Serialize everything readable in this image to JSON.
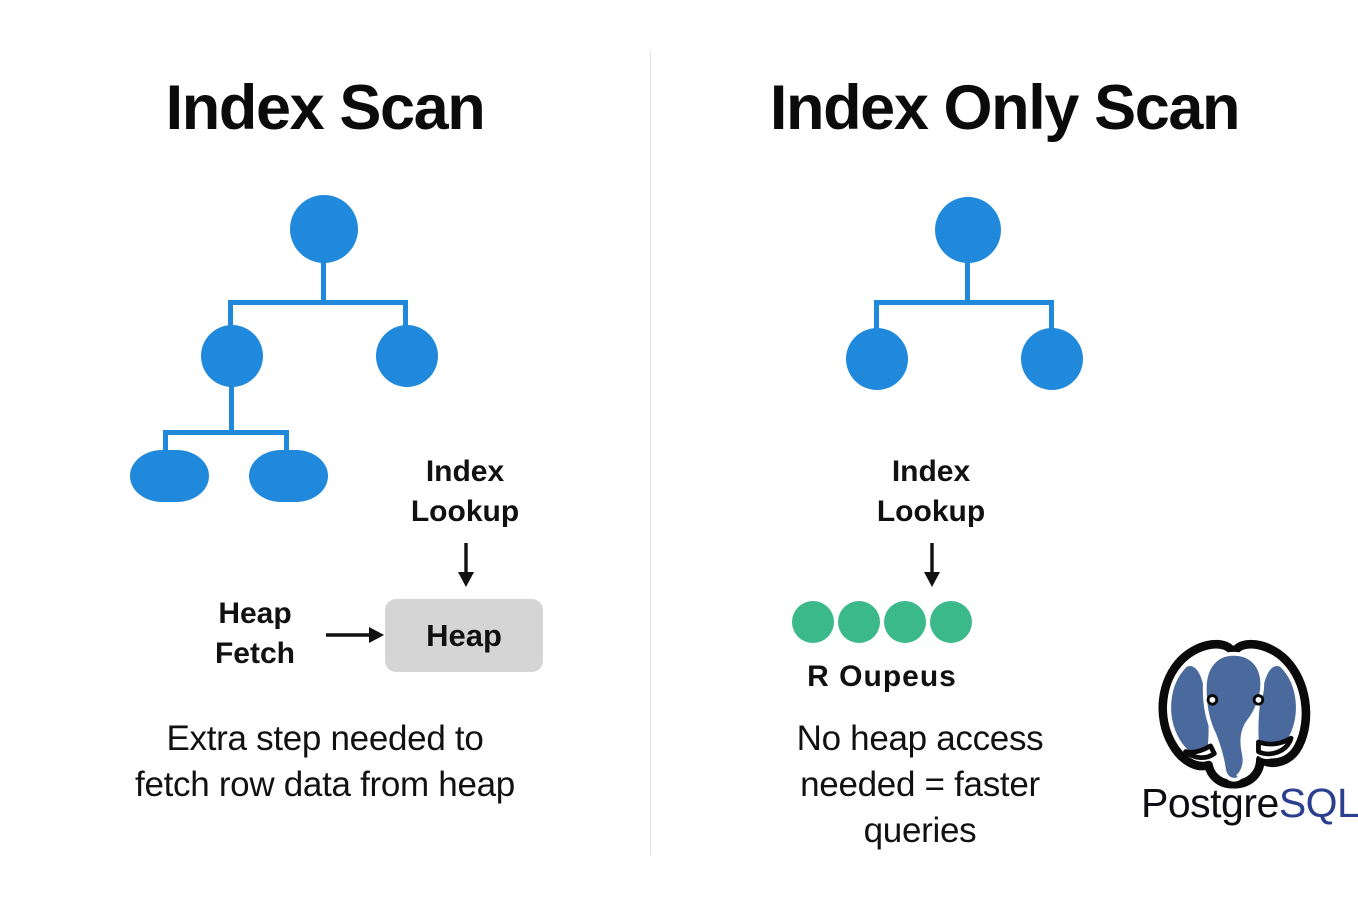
{
  "panels": {
    "left": {
      "title": "Index Scan",
      "index_lookup_label": "Index\nLookup",
      "heap_fetch_label": "Heap\nFetch",
      "heap_box_label": "Heap",
      "caption": "Extra step needed to\nfetch row data from heap",
      "tree": {
        "levels": 3,
        "node_count": 5,
        "leaf_shape": "rounded-rectangle"
      }
    },
    "right": {
      "title": "Index Only Scan",
      "index_lookup_label": "Index\nLookup",
      "rows_label": "R Oupeus",
      "caption": "No heap access\nneeded = faster\nqueries",
      "tree": {
        "levels": 2,
        "node_count": 3,
        "leaf_shape": "circle"
      },
      "dot_count": 4
    }
  },
  "logo": {
    "name": "postgresql-logo",
    "word_dark": "Postgre",
    "word_blue": "SQL",
    "alt": "PostgreSQL elephant logo"
  },
  "colors": {
    "node_blue": "#2089DC",
    "dot_green": "#3CB98B",
    "heap_gray": "#D5D5D5",
    "divider_gray": "#E2E2E2",
    "text_black": "#111111",
    "logo_blue": "#2B3F8F",
    "background": "#FFFFFF"
  },
  "icons": {
    "arrow_down": "arrow-down-icon",
    "arrow_right": "arrow-right-icon",
    "elephant": "elephant-icon"
  }
}
